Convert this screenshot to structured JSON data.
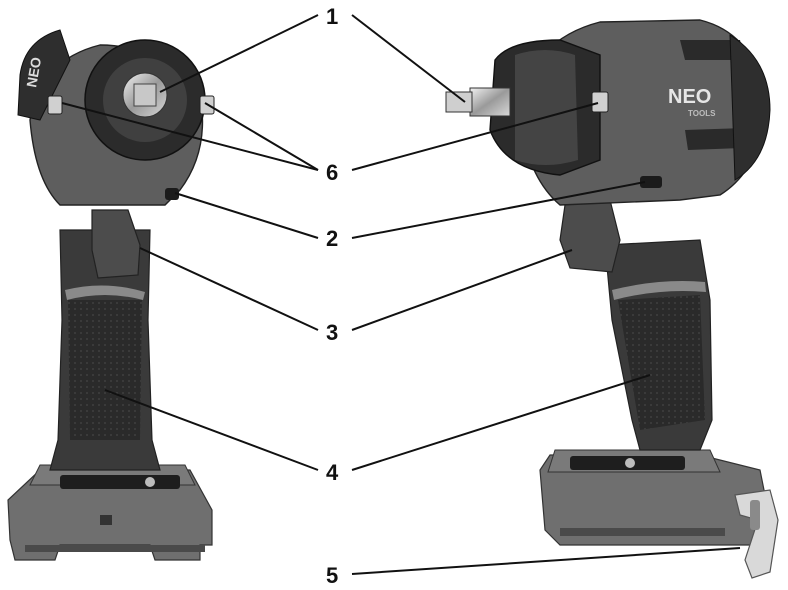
{
  "diagram": {
    "callouts": [
      {
        "id": "1",
        "label": "1"
      },
      {
        "id": "6",
        "label": "6"
      },
      {
        "id": "2",
        "label": "2"
      },
      {
        "id": "3",
        "label": "3"
      },
      {
        "id": "4",
        "label": "4"
      },
      {
        "id": "5",
        "label": "5"
      }
    ],
    "logos": {
      "left_logo": "NEO",
      "right_logo": "NEO",
      "right_logo_sub": "TOOLS"
    }
  }
}
